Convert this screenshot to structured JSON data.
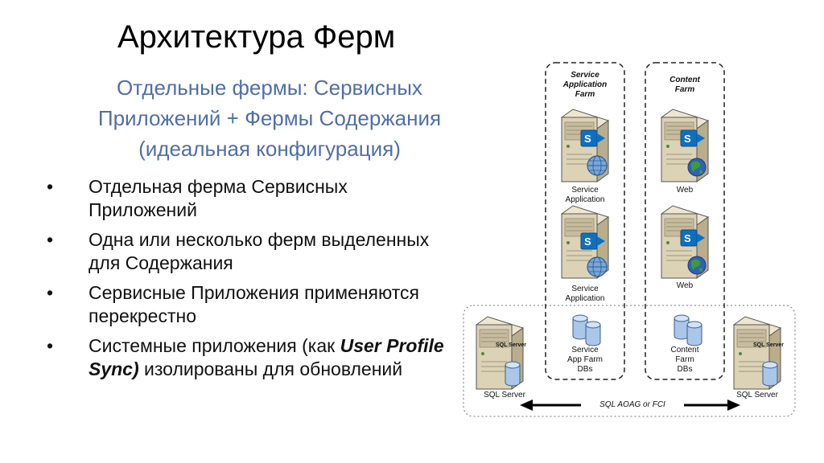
{
  "title": "Архитектура Ферм",
  "subtitle": [
    "Отдельные фермы: Сервисных",
    "Приложений + Фермы Содержания",
    "(идеальная конфигурация)"
  ],
  "bullets": {
    "b1": "Отдельная ферма Сервисных Приложений",
    "b2": "Одна или несколько ферм выделенных для Содержания",
    "b3": "Сервисные Приложения применяются перекрестно",
    "b4_pre": "Системные приложения (как ",
    "b4_em": "User Profile Sync)",
    "b4_post": " изолированы для обновлений"
  },
  "diagram": {
    "service_farm": [
      "Service",
      "Application",
      "Farm"
    ],
    "content_farm": [
      "Content",
      "Farm"
    ],
    "service_app_label": [
      "Service",
      "Application"
    ],
    "web_label": "Web",
    "service_db": [
      "Service",
      "App Farm",
      "DBs"
    ],
    "content_db": [
      "Content",
      "Farm",
      "DBs"
    ],
    "sql_left": "SQL Server",
    "sql_right": "SQL Server",
    "link_label": "SQL AOAG or FCI",
    "sql_badge": "SQL Server"
  },
  "colors": {
    "subtitle": "#4f6fa8",
    "sharepoint": "#0f6fbf",
    "server_body": "#d8cdb0",
    "db": "#aac6e8"
  }
}
